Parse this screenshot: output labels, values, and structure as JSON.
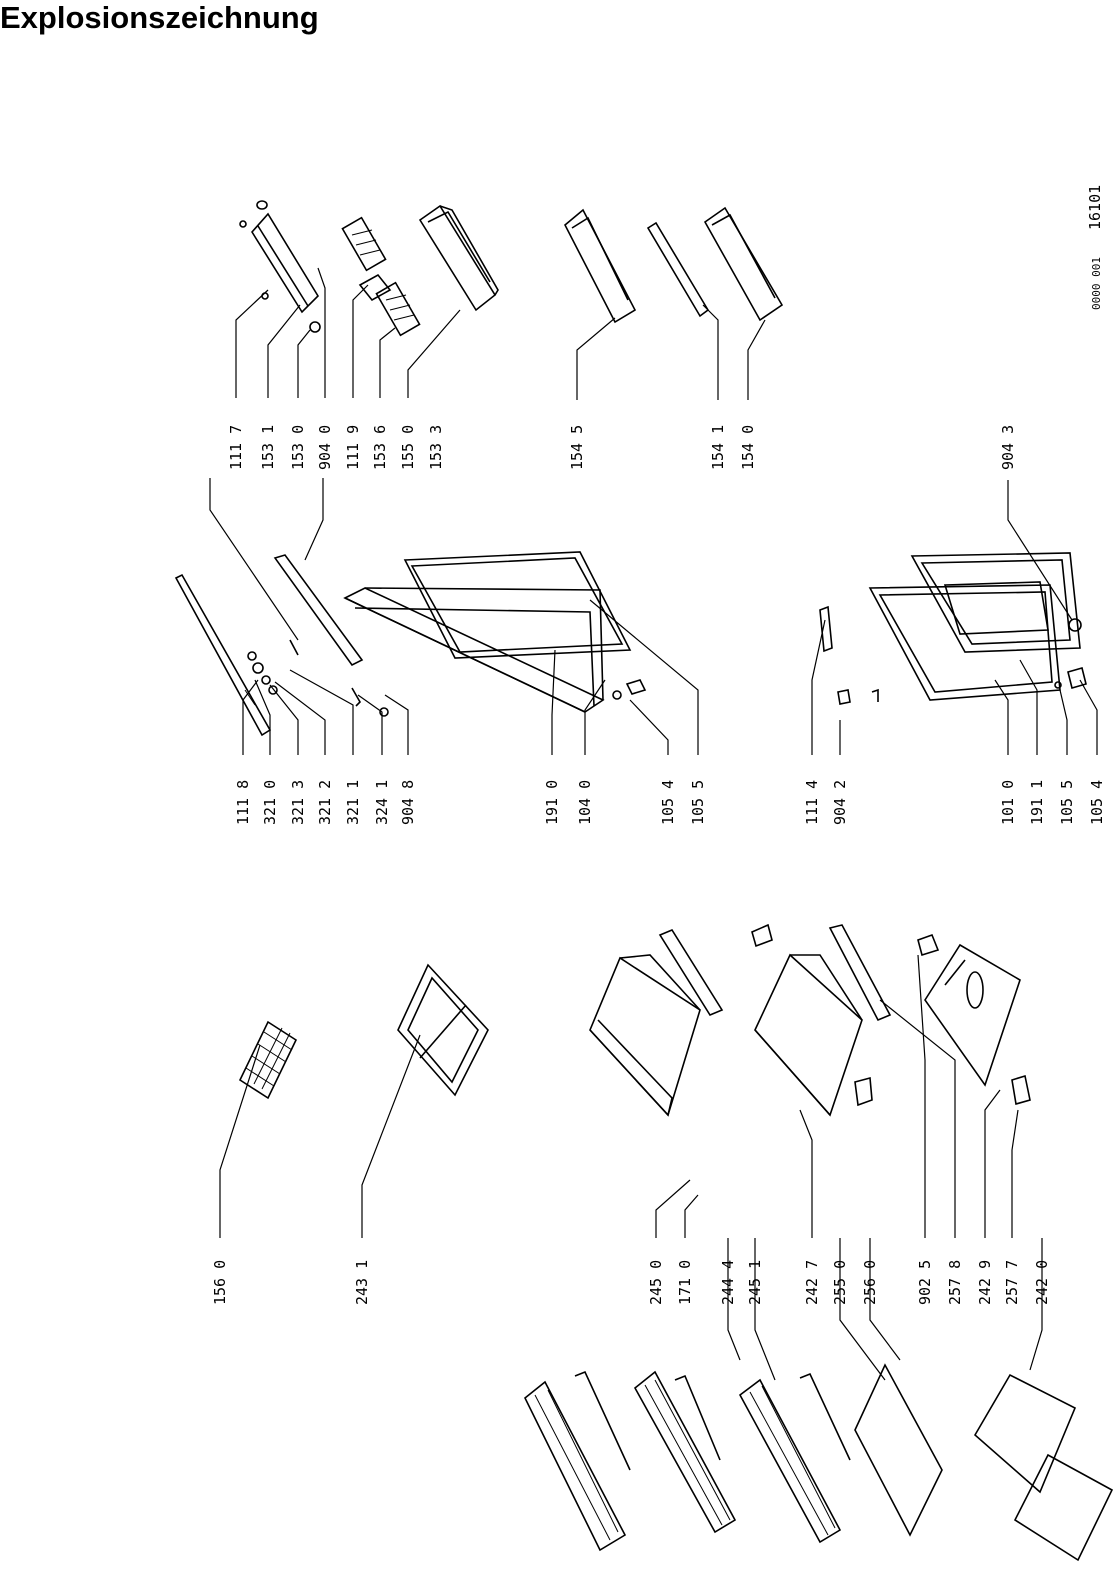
{
  "title": "Explosionszeichnung",
  "doc_code": "16101",
  "doc_code_small": "0000 001",
  "labels": {
    "l1117": "111 7",
    "l1531": "153 1",
    "l1530": "153 0",
    "l9040": "904 0",
    "l1119": "111 9",
    "l1536": "153 6",
    "l1550": "155 0",
    "l1533": "153 3",
    "l1545": "154 5",
    "l1541": "154 1",
    "l1540": "154 0",
    "l9043": "904 3",
    "l1118": "111 8",
    "l3210": "321 0",
    "l3213": "321 3",
    "l3212": "321 2",
    "l3211": "321 1",
    "l3241": "324 1",
    "l9048": "904 8",
    "l1910": "191 0",
    "l1040": "104 0",
    "l1054a": "105 4",
    "l1055a": "105 5",
    "l1114": "111 4",
    "l9042": "904 2",
    "l1010": "101 0",
    "l1911": "191 1",
    "l1055b": "105 5",
    "l1054b": "105 4",
    "l1560": "156 0",
    "l2431": "243 1",
    "l2450": "245 0",
    "l1710": "171 0",
    "l2444": "244 4",
    "l2451": "245 1",
    "l2427": "242 7",
    "l2550": "255 0",
    "l2560": "256 0",
    "l9025": "902 5",
    "l2578": "257 8",
    "l2429": "242 9",
    "l2577": "257 7",
    "l2420": "242 0"
  }
}
